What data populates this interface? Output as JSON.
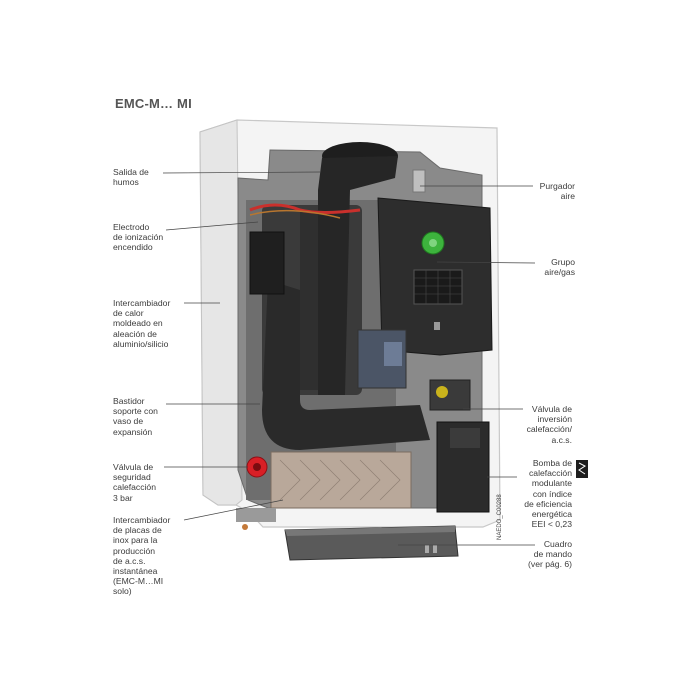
{
  "title": "EMC-M… MI",
  "code": "NAEDO_C00288",
  "colors": {
    "casing": "#f2f2f2",
    "dark": "#2a2a2a",
    "green": "#3db33d",
    "red": "#d81f26",
    "plate": "#b9a89a"
  },
  "labels": {
    "salida_humos": [
      "Salida de",
      "humos"
    ],
    "electrodo": [
      "Electrodo",
      "de ionización",
      "encendido"
    ],
    "intercambiador_calor": [
      "Intercambiador",
      "de calor",
      "moldeado en",
      "aleación de",
      "aluminio/silicio"
    ],
    "bastidor": [
      "Bastidor",
      "soporte con",
      "vaso de",
      "expansión"
    ],
    "valvula_seguridad": [
      "Válvula de",
      "seguridad",
      "calefacción",
      "3 bar"
    ],
    "intercambiador_placas": [
      "Intercambiador",
      "de placas de",
      "inox para la",
      "producción",
      "de a.c.s.",
      "instantánea",
      "(EMC-M…MI",
      "solo)"
    ],
    "purgador": [
      "Purgador",
      "aire"
    ],
    "grupo": [
      "Grupo",
      "aire/gas"
    ],
    "valvula_inversion": [
      "Válvula de",
      "inversión",
      "calefacción/",
      "a.c.s."
    ],
    "bomba": [
      "Bomba de",
      "calefacción",
      "modulante",
      "con índice",
      "de eficiencia",
      "energética",
      "EEI < 0,23"
    ],
    "cuadro": [
      "Cuadro",
      "de mando",
      "(ver pág. 6)"
    ]
  }
}
